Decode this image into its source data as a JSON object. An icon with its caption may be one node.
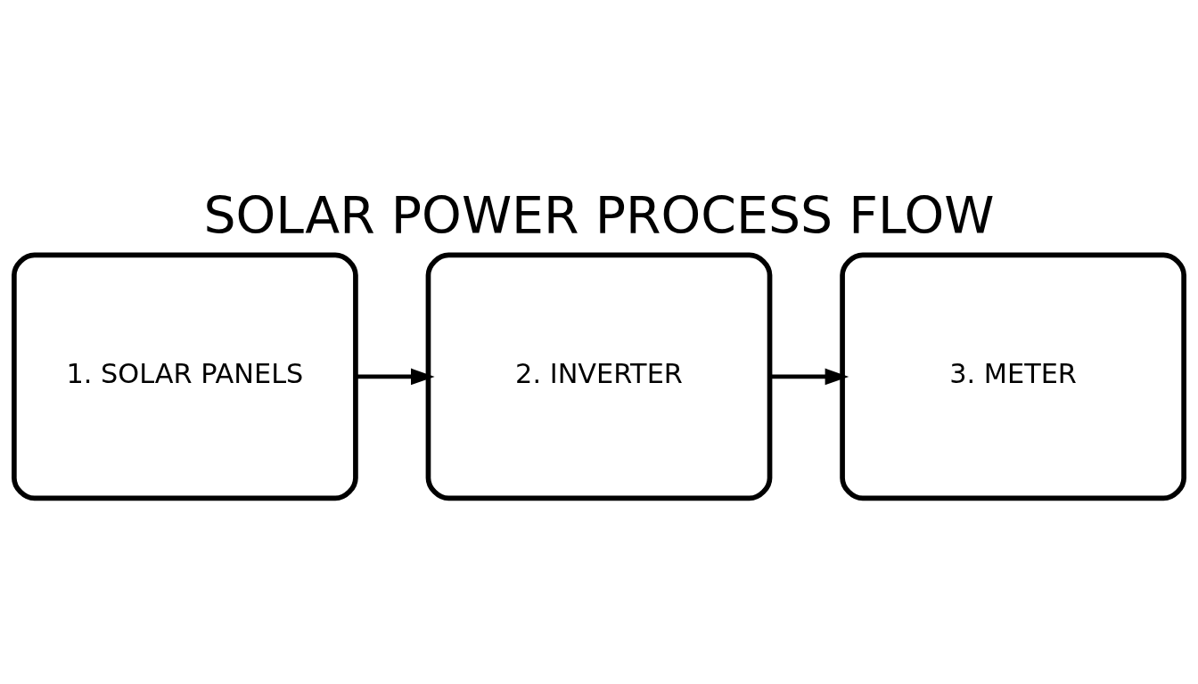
{
  "diagram": {
    "title": "SOLAR POWER PROCESS FLOW",
    "nodes": [
      {
        "text": [
          "1. SOLAR PANELS"
        ]
      },
      {
        "text": [
          "2. INVERTER"
        ]
      },
      {
        "text": [
          "3. METER"
        ]
      }
    ],
    "edges": [
      {
        "from": 0,
        "to": 1,
        "arrow": "to"
      },
      {
        "from": 1,
        "to": 2,
        "arrow": "to"
      }
    ]
  }
}
